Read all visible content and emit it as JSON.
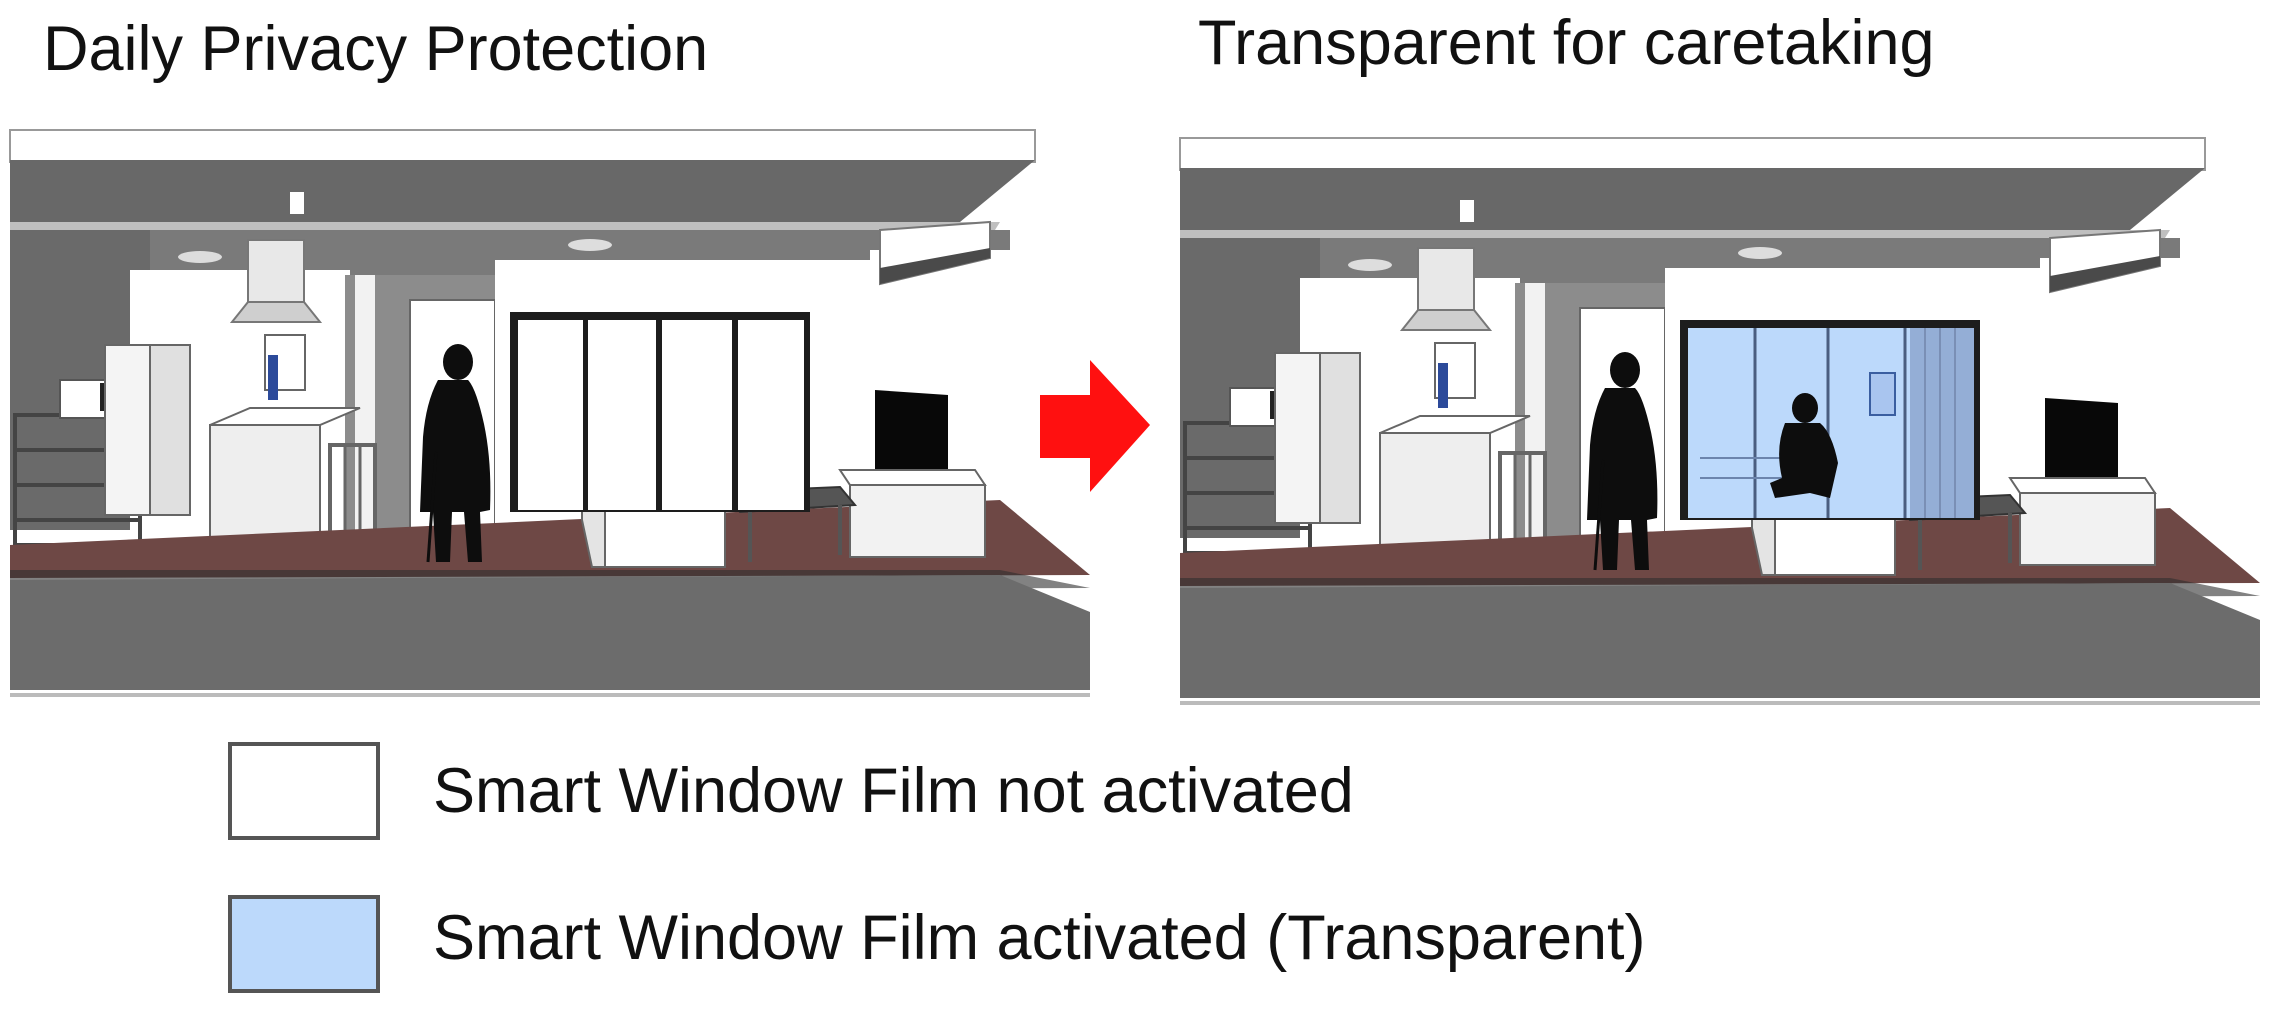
{
  "panels": [
    {
      "title": "Daily Privacy Protection",
      "film_state": "not activated"
    },
    {
      "title": "Transparent for caretaking",
      "film_state": "activated"
    }
  ],
  "arrow": {
    "color": "#ff1010"
  },
  "legend": [
    {
      "label": "Smart Window Film not activated",
      "swatch_color": "#ffffff"
    },
    {
      "label": "Smart Window Film activated (Transparent)",
      "swatch_color": "#bcd9fb"
    }
  ],
  "colors": {
    "wall_gray": "#6b6b6b",
    "floor_brown": "#6e4845",
    "glass_blue": "#bcd9fb",
    "curtain_blue": "#94aed6",
    "silhouette": "#0d0d0d"
  }
}
